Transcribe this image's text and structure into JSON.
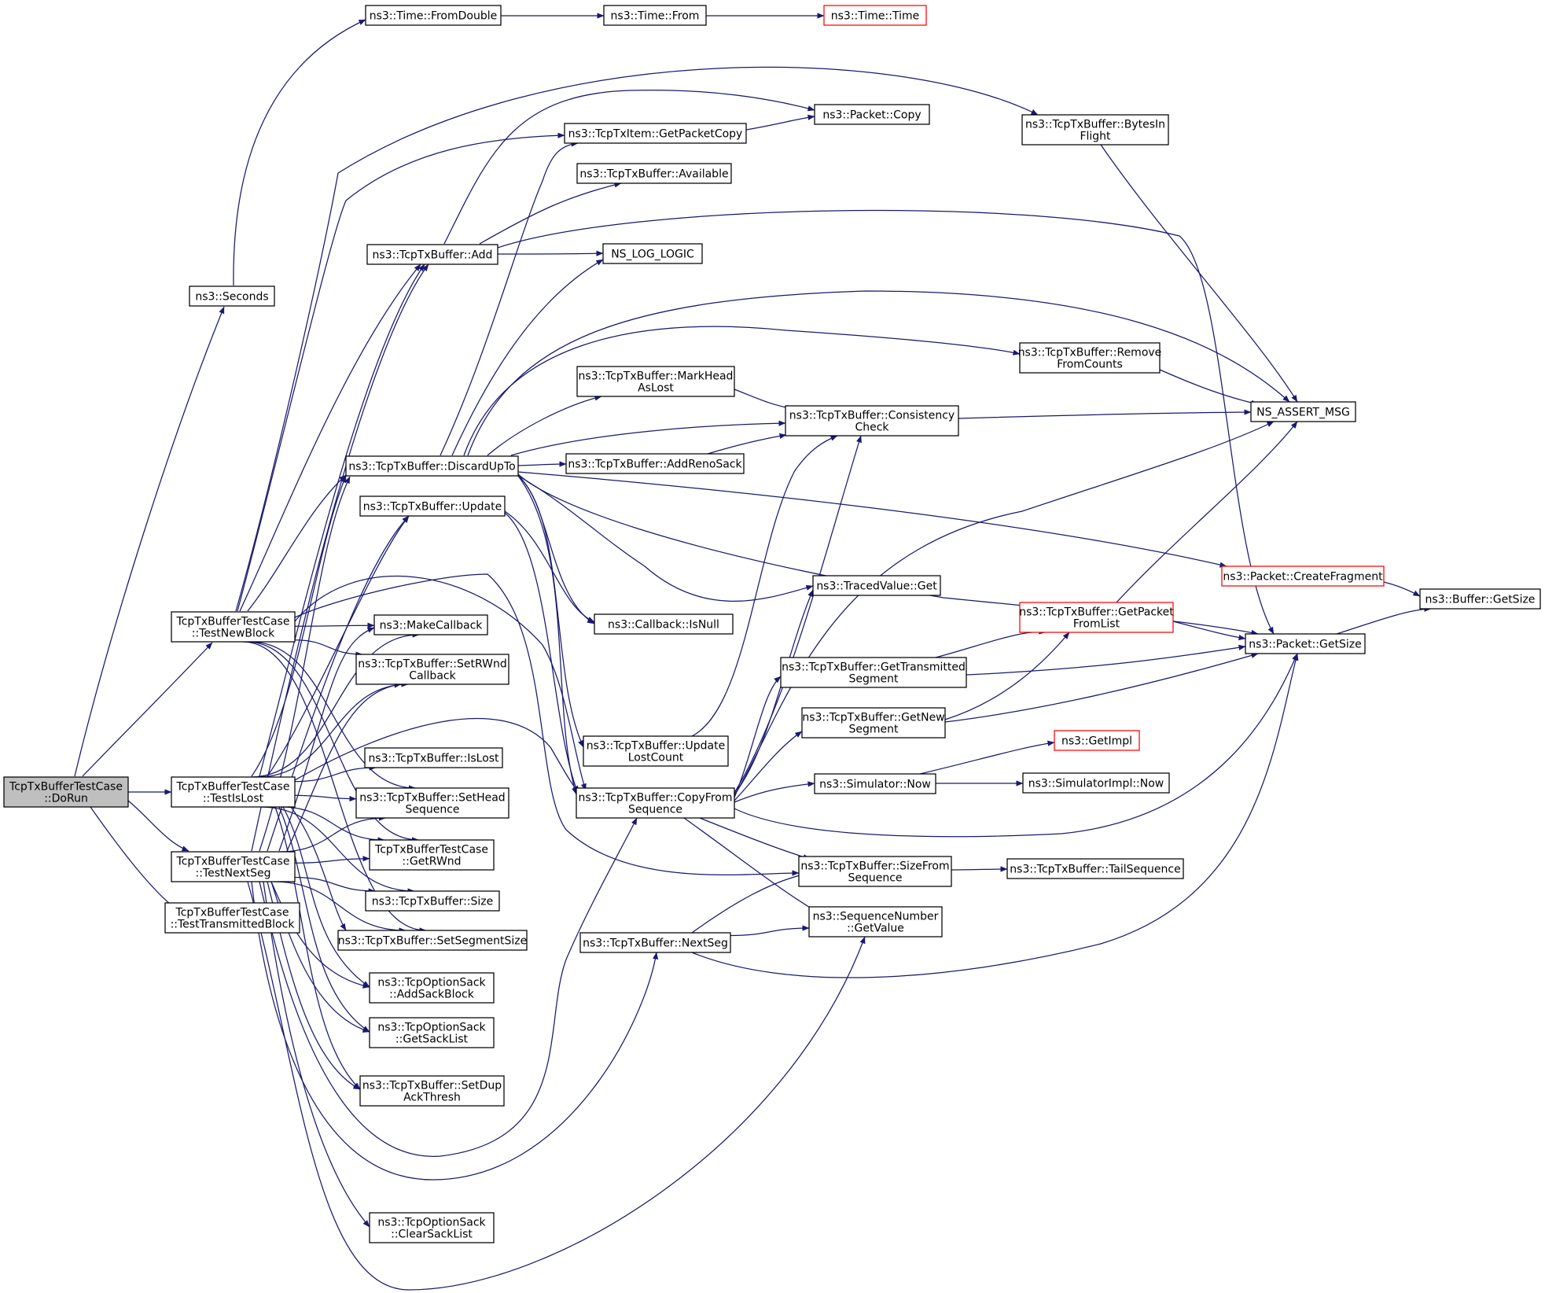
{
  "graph": {
    "type": "call-graph",
    "colors": {
      "edge": "#191970",
      "root_fill": "#bfbfbf",
      "node_fill": "#ffffff",
      "node_border": "#000000",
      "truncated_border": "#ff0000"
    },
    "nodes": [
      {
        "id": "dorun",
        "lines": [
          "TcpTxBufferTestCase",
          "::DoRun"
        ],
        "root": true
      },
      {
        "id": "seconds",
        "lines": [
          "ns3::Seconds"
        ]
      },
      {
        "id": "fromdouble",
        "lines": [
          "ns3::Time::FromDouble"
        ]
      },
      {
        "id": "timefrom",
        "lines": [
          "ns3::Time::From"
        ]
      },
      {
        "id": "timetime",
        "lines": [
          "ns3::Time::Time"
        ],
        "truncated": true
      },
      {
        "id": "testnewblock",
        "lines": [
          "TcpTxBufferTestCase",
          "::TestNewBlock"
        ]
      },
      {
        "id": "testislost",
        "lines": [
          "TcpTxBufferTestCase",
          "::TestIsLost"
        ]
      },
      {
        "id": "testnextseg",
        "lines": [
          "TcpTxBufferTestCase",
          "::TestNextSeg"
        ]
      },
      {
        "id": "testtransmitted",
        "lines": [
          "TcpTxBufferTestCase",
          "::TestTransmittedBlock"
        ]
      },
      {
        "id": "add",
        "lines": [
          "ns3::TcpTxBuffer::Add"
        ]
      },
      {
        "id": "getpacketcopy",
        "lines": [
          "ns3::TcpTxItem::GetPacketCopy"
        ]
      },
      {
        "id": "packetcopy",
        "lines": [
          "ns3::Packet::Copy"
        ]
      },
      {
        "id": "available",
        "lines": [
          "ns3::TcpTxBuffer::Available"
        ]
      },
      {
        "id": "nslog",
        "lines": [
          "NS_LOG_LOGIC"
        ]
      },
      {
        "id": "discardupto",
        "lines": [
          "ns3::TcpTxBuffer::DiscardUpTo"
        ]
      },
      {
        "id": "update",
        "lines": [
          "ns3::TcpTxBuffer::Update"
        ]
      },
      {
        "id": "makecallback",
        "lines": [
          "ns3::MakeCallback"
        ]
      },
      {
        "id": "setrwnd",
        "lines": [
          "ns3::TcpTxBuffer::SetRWnd",
          "Callback"
        ]
      },
      {
        "id": "islost",
        "lines": [
          "ns3::TcpTxBuffer::IsLost"
        ]
      },
      {
        "id": "sethead",
        "lines": [
          "ns3::TcpTxBuffer::SetHead",
          "Sequence"
        ]
      },
      {
        "id": "getrwnd",
        "lines": [
          "TcpTxBufferTestCase",
          "::GetRWnd"
        ]
      },
      {
        "id": "size",
        "lines": [
          "ns3::TcpTxBuffer::Size"
        ]
      },
      {
        "id": "setsegsize",
        "lines": [
          "ns3::TcpTxBuffer::SetSegmentSize"
        ]
      },
      {
        "id": "addsack",
        "lines": [
          "ns3::TcpOptionSack",
          "::AddSackBlock"
        ]
      },
      {
        "id": "getsacklist",
        "lines": [
          "ns3::TcpOptionSack",
          "::GetSackList"
        ]
      },
      {
        "id": "setdup",
        "lines": [
          "ns3::TcpTxBuffer::SetDup",
          "AckThresh"
        ]
      },
      {
        "id": "clearsack",
        "lines": [
          "ns3::TcpOptionSack",
          "::ClearSackList"
        ]
      },
      {
        "id": "markhead",
        "lines": [
          "ns3::TcpTxBuffer::MarkHead",
          "AsLost"
        ]
      },
      {
        "id": "addreno",
        "lines": [
          "ns3::TcpTxBuffer::AddRenoSack"
        ]
      },
      {
        "id": "isnull",
        "lines": [
          "ns3::Callback::IsNull"
        ]
      },
      {
        "id": "updatelost",
        "lines": [
          "ns3::TcpTxBuffer::Update",
          "LostCount"
        ]
      },
      {
        "id": "copyfrom",
        "lines": [
          "ns3::TcpTxBuffer::CopyFrom",
          "Sequence"
        ]
      },
      {
        "id": "nextseg",
        "lines": [
          "ns3::TcpTxBuffer::NextSeg"
        ]
      },
      {
        "id": "bytesin",
        "lines": [
          "ns3::TcpTxBuffer::BytesIn",
          "Flight"
        ]
      },
      {
        "id": "removefrom",
        "lines": [
          "ns3::TcpTxBuffer::Remove",
          "FromCounts"
        ]
      },
      {
        "id": "consistency",
        "lines": [
          "ns3::TcpTxBuffer::Consistency",
          "Check"
        ]
      },
      {
        "id": "tracedget",
        "lines": [
          "ns3::TracedValue::Get"
        ]
      },
      {
        "id": "gettransmitted",
        "lines": [
          "ns3::TcpTxBuffer::GetTransmitted",
          "Segment"
        ]
      },
      {
        "id": "getnew",
        "lines": [
          "ns3::TcpTxBuffer::GetNew",
          "Segment"
        ]
      },
      {
        "id": "simnow",
        "lines": [
          "ns3::Simulator::Now"
        ]
      },
      {
        "id": "sizefrom",
        "lines": [
          "ns3::TcpTxBuffer::SizeFrom",
          "Sequence"
        ]
      },
      {
        "id": "getvalue",
        "lines": [
          "ns3::SequenceNumber",
          "::GetValue"
        ]
      },
      {
        "id": "nsassert",
        "lines": [
          "NS_ASSERT_MSG"
        ]
      },
      {
        "id": "createfrag",
        "lines": [
          "ns3::Packet::CreateFragment"
        ],
        "truncated": true
      },
      {
        "id": "getpacketfrom",
        "lines": [
          "ns3::TcpTxBuffer::GetPacket",
          "FromList"
        ],
        "truncated": true
      },
      {
        "id": "packetgetsize",
        "lines": [
          "ns3::Packet::GetSize"
        ]
      },
      {
        "id": "getimpl",
        "lines": [
          "ns3::GetImpl"
        ],
        "truncated": true
      },
      {
        "id": "simimplnow",
        "lines": [
          "ns3::SimulatorImpl::Now"
        ]
      },
      {
        "id": "tailseq",
        "lines": [
          "ns3::TcpTxBuffer::TailSequence"
        ]
      },
      {
        "id": "buffergetsize",
        "lines": [
          "ns3::Buffer::GetSize"
        ]
      }
    ],
    "edges": [
      {
        "from": "dorun",
        "to": "seconds"
      },
      {
        "from": "dorun",
        "to": "testnewblock"
      },
      {
        "from": "dorun",
        "to": "testislost"
      },
      {
        "from": "dorun",
        "to": "testnextseg"
      },
      {
        "from": "dorun",
        "to": "testtransmitted"
      },
      {
        "from": "seconds",
        "to": "fromdouble"
      },
      {
        "from": "fromdouble",
        "to": "timefrom"
      },
      {
        "from": "timefrom",
        "to": "timetime"
      },
      {
        "from": "testnewblock",
        "to": "bytesin"
      },
      {
        "from": "testnewblock",
        "to": "getpacketcopy"
      },
      {
        "from": "testnewblock",
        "to": "add"
      },
      {
        "from": "testnewblock",
        "to": "discardupto"
      },
      {
        "from": "testnewblock",
        "to": "makecallback"
      },
      {
        "from": "testnewblock",
        "to": "setrwnd"
      },
      {
        "from": "testnewblock",
        "to": "sethead"
      },
      {
        "from": "testnewblock",
        "to": "getrwnd"
      },
      {
        "from": "testnewblock",
        "to": "setsegsize"
      },
      {
        "from": "testnewblock",
        "to": "copyfrom"
      },
      {
        "from": "testnewblock",
        "to": "sizefrom"
      },
      {
        "from": "testislost",
        "to": "add"
      },
      {
        "from": "testislost",
        "to": "discardupto"
      },
      {
        "from": "testislost",
        "to": "update"
      },
      {
        "from": "testislost",
        "to": "makecallback"
      },
      {
        "from": "testislost",
        "to": "setrwnd"
      },
      {
        "from": "testislost",
        "to": "islost"
      },
      {
        "from": "testislost",
        "to": "sethead"
      },
      {
        "from": "testislost",
        "to": "getrwnd"
      },
      {
        "from": "testislost",
        "to": "size"
      },
      {
        "from": "testislost",
        "to": "setsegsize"
      },
      {
        "from": "testislost",
        "to": "addsack"
      },
      {
        "from": "testislost",
        "to": "getsacklist"
      },
      {
        "from": "testislost",
        "to": "setdup"
      },
      {
        "from": "testislost",
        "to": "copyfrom"
      },
      {
        "from": "testnextseg",
        "to": "add"
      },
      {
        "from": "testnextseg",
        "to": "discardupto"
      },
      {
        "from": "testnextseg",
        "to": "update"
      },
      {
        "from": "testnextseg",
        "to": "makecallback"
      },
      {
        "from": "testnextseg",
        "to": "setrwnd"
      },
      {
        "from": "testnextseg",
        "to": "sethead"
      },
      {
        "from": "testnextseg",
        "to": "getrwnd"
      },
      {
        "from": "testnextseg",
        "to": "size"
      },
      {
        "from": "testnextseg",
        "to": "setsegsize"
      },
      {
        "from": "testnextseg",
        "to": "addsack"
      },
      {
        "from": "testnextseg",
        "to": "getsacklist"
      },
      {
        "from": "testnextseg",
        "to": "setdup"
      },
      {
        "from": "testnextseg",
        "to": "clearsack"
      },
      {
        "from": "testnextseg",
        "to": "copyfrom"
      },
      {
        "from": "testnextseg",
        "to": "nextseg"
      },
      {
        "from": "testnextseg",
        "to": "getvalue"
      },
      {
        "from": "add",
        "to": "packetcopy"
      },
      {
        "from": "add",
        "to": "available"
      },
      {
        "from": "add",
        "to": "nslog"
      },
      {
        "from": "add",
        "to": "packetgetsize"
      },
      {
        "from": "getpacketcopy",
        "to": "packetcopy"
      },
      {
        "from": "discardupto",
        "to": "getpacketcopy"
      },
      {
        "from": "discardupto",
        "to": "nslog"
      },
      {
        "from": "discardupto",
        "to": "nsassert"
      },
      {
        "from": "discardupto",
        "to": "removefrom"
      },
      {
        "from": "discardupto",
        "to": "markhead"
      },
      {
        "from": "discardupto",
        "to": "consistency"
      },
      {
        "from": "discardupto",
        "to": "addreno"
      },
      {
        "from": "discardupto",
        "to": "createfrag"
      },
      {
        "from": "discardupto",
        "to": "packetgetsize"
      },
      {
        "from": "discardupto",
        "to": "tracedget"
      },
      {
        "from": "discardupto",
        "to": "isnull"
      },
      {
        "from": "discardupto",
        "to": "updatelost"
      },
      {
        "from": "discardupto",
        "to": "copyfrom"
      },
      {
        "from": "update",
        "to": "isnull"
      },
      {
        "from": "update",
        "to": "copyfrom"
      },
      {
        "from": "markhead",
        "to": "consistency"
      },
      {
        "from": "addreno",
        "to": "consistency"
      },
      {
        "from": "removefrom",
        "to": "nsassert"
      },
      {
        "from": "consistency",
        "to": "nsassert"
      },
      {
        "from": "bytesin",
        "to": "nsassert"
      },
      {
        "from": "updatelost",
        "to": "consistency"
      },
      {
        "from": "copyfrom",
        "to": "consistency"
      },
      {
        "from": "copyfrom",
        "to": "tracedget"
      },
      {
        "from": "copyfrom",
        "to": "nsassert"
      },
      {
        "from": "copyfrom",
        "to": "gettransmitted"
      },
      {
        "from": "copyfrom",
        "to": "getnew"
      },
      {
        "from": "copyfrom",
        "to": "simnow"
      },
      {
        "from": "copyfrom",
        "to": "sizefrom"
      },
      {
        "from": "copyfrom",
        "to": "getvalue"
      },
      {
        "from": "copyfrom",
        "to": "packetgetsize"
      },
      {
        "from": "nextseg",
        "to": "sizefrom"
      },
      {
        "from": "nextseg",
        "to": "getvalue"
      },
      {
        "from": "nextseg",
        "to": "packetgetsize"
      },
      {
        "from": "gettransmitted",
        "to": "getpacketfrom"
      },
      {
        "from": "gettransmitted",
        "to": "packetgetsize"
      },
      {
        "from": "getnew",
        "to": "getpacketfrom"
      },
      {
        "from": "getnew",
        "to": "packetgetsize"
      },
      {
        "from": "getpacketfrom",
        "to": "nsassert"
      },
      {
        "from": "getpacketfrom",
        "to": "packetgetsize"
      },
      {
        "from": "createfrag",
        "to": "buffergetsize"
      },
      {
        "from": "packetgetsize",
        "to": "buffergetsize"
      },
      {
        "from": "simnow",
        "to": "getimpl"
      },
      {
        "from": "simnow",
        "to": "simimplnow"
      },
      {
        "from": "sizefrom",
        "to": "tailseq"
      }
    ]
  }
}
